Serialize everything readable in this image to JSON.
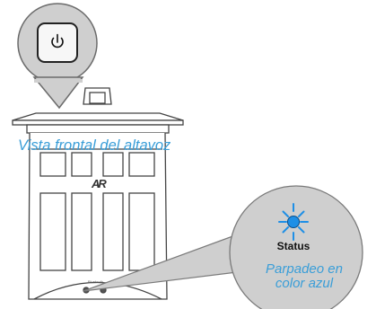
{
  "diagram": {
    "front_view_caption": "Vista frontal del altavoz",
    "status_label": "Status",
    "blink_caption": "Parpadeo en color azul",
    "brand_logo": "AR",
    "power_icon": "power-icon",
    "indicator_color": "#1e8fe6",
    "caption_color": "#3a9ed8"
  }
}
